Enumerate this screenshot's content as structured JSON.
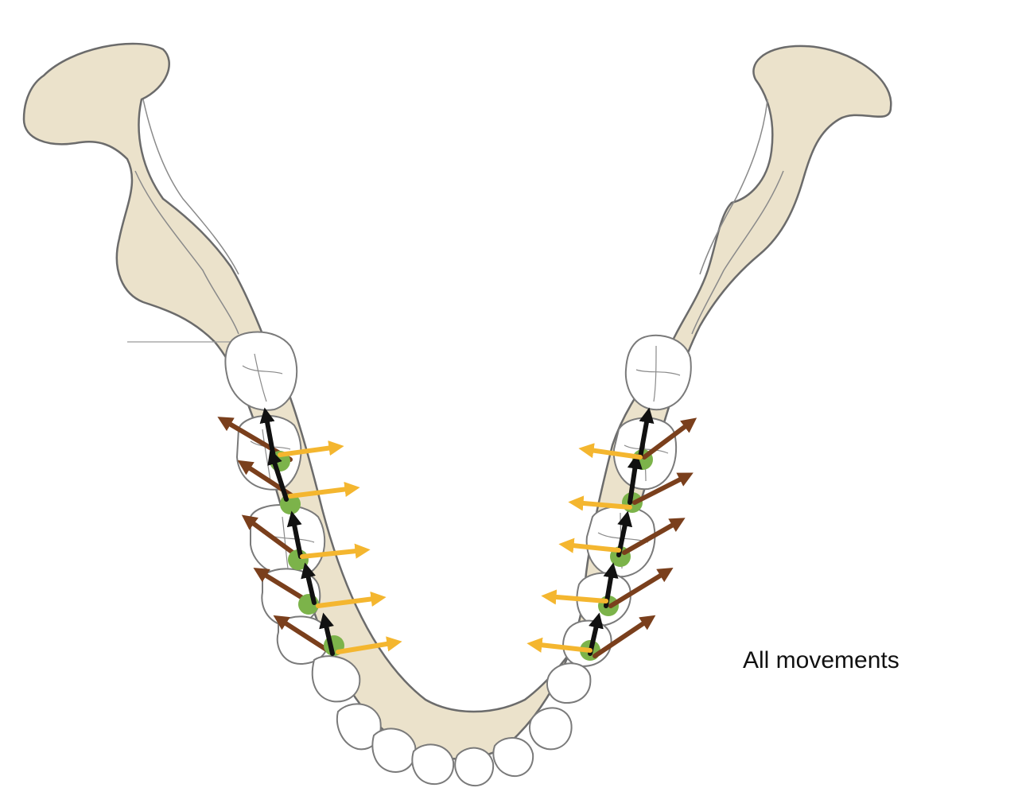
{
  "caption": "All movements",
  "colors": {
    "bone": "#ebe2cb",
    "bone_outline": "#6b6b6b",
    "tooth": "#ffffff",
    "tooth_outline": "#7a7a7a",
    "contact_point": "#7cb34a",
    "arrow_black": "#111111",
    "arrow_yellow": "#f4b62f",
    "arrow_brown": "#7a3f1c"
  },
  "contact_points_per_side": 5,
  "arrow_types": [
    "black",
    "yellow",
    "brown"
  ]
}
